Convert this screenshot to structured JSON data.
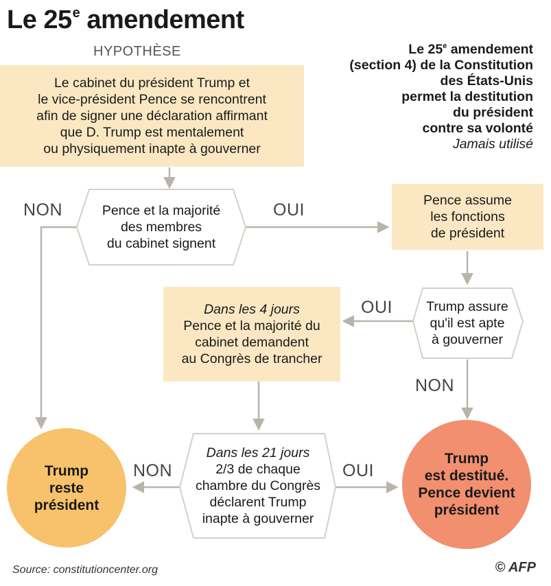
{
  "title": {
    "text": "Le 25",
    "sup": "e",
    "rest": " amendement"
  },
  "subtitle": "HYPOTHÈSE",
  "intro": {
    "line1_pre": "Le 25",
    "line1_sup": "e",
    "line1_post": " amendement",
    "line2": "(section 4) de la Constitution",
    "line3": "des États-Unis",
    "line4": "permet la destitution",
    "line5": "du président",
    "line6": "contre sa volonté",
    "note": "Jamais utilisé"
  },
  "steps": {
    "start": {
      "lines": [
        "Le cabinet du président Trump et",
        "le vice-président Pence se rencontrent",
        "afin de signer une déclaration affirmant",
        "que D. Trump est mentalement",
        "ou physiquement inapte à gouverner"
      ]
    },
    "sign": {
      "lines": [
        "Pence et la majorité",
        "des membres",
        "du cabinet signent"
      ]
    },
    "assume": {
      "lines": [
        "Pence assume",
        "les fonctions",
        "de président"
      ]
    },
    "claim": {
      "lines": [
        "Trump assure",
        "qu'il est apte",
        "à gouverner"
      ]
    },
    "congress_request": {
      "deadline": "Dans les 4 jours",
      "lines": [
        "Pence et la majorité du",
        "cabinet demandent",
        "au Congrès de trancher"
      ]
    },
    "congress_vote": {
      "deadline": "Dans les 21 jours",
      "lines": [
        "2/3 de chaque",
        "chambre du Congrès",
        "déclarent Trump",
        "inapte à gouverner"
      ]
    }
  },
  "outcomes": {
    "stays": {
      "lines": [
        "Trump",
        "reste",
        "président"
      ],
      "color": "#f7c26b"
    },
    "removed": {
      "lines": [
        "Trump",
        "est destitué.",
        "Pence devient",
        "président"
      ],
      "color": "#f28f6f"
    }
  },
  "labels": {
    "no_left": "NON",
    "yes_top": "OUI",
    "yes_mid": "OUI",
    "no_right": "NON",
    "no_bottom": "NON",
    "yes_bottom": "OUI"
  },
  "colors": {
    "box": "#fbe8c3",
    "arrow": "#b9b4ab",
    "hex_border": "#d4d0c8"
  },
  "footer": {
    "source": "Source: constitutioncenter.org",
    "credit": "© AFP"
  }
}
